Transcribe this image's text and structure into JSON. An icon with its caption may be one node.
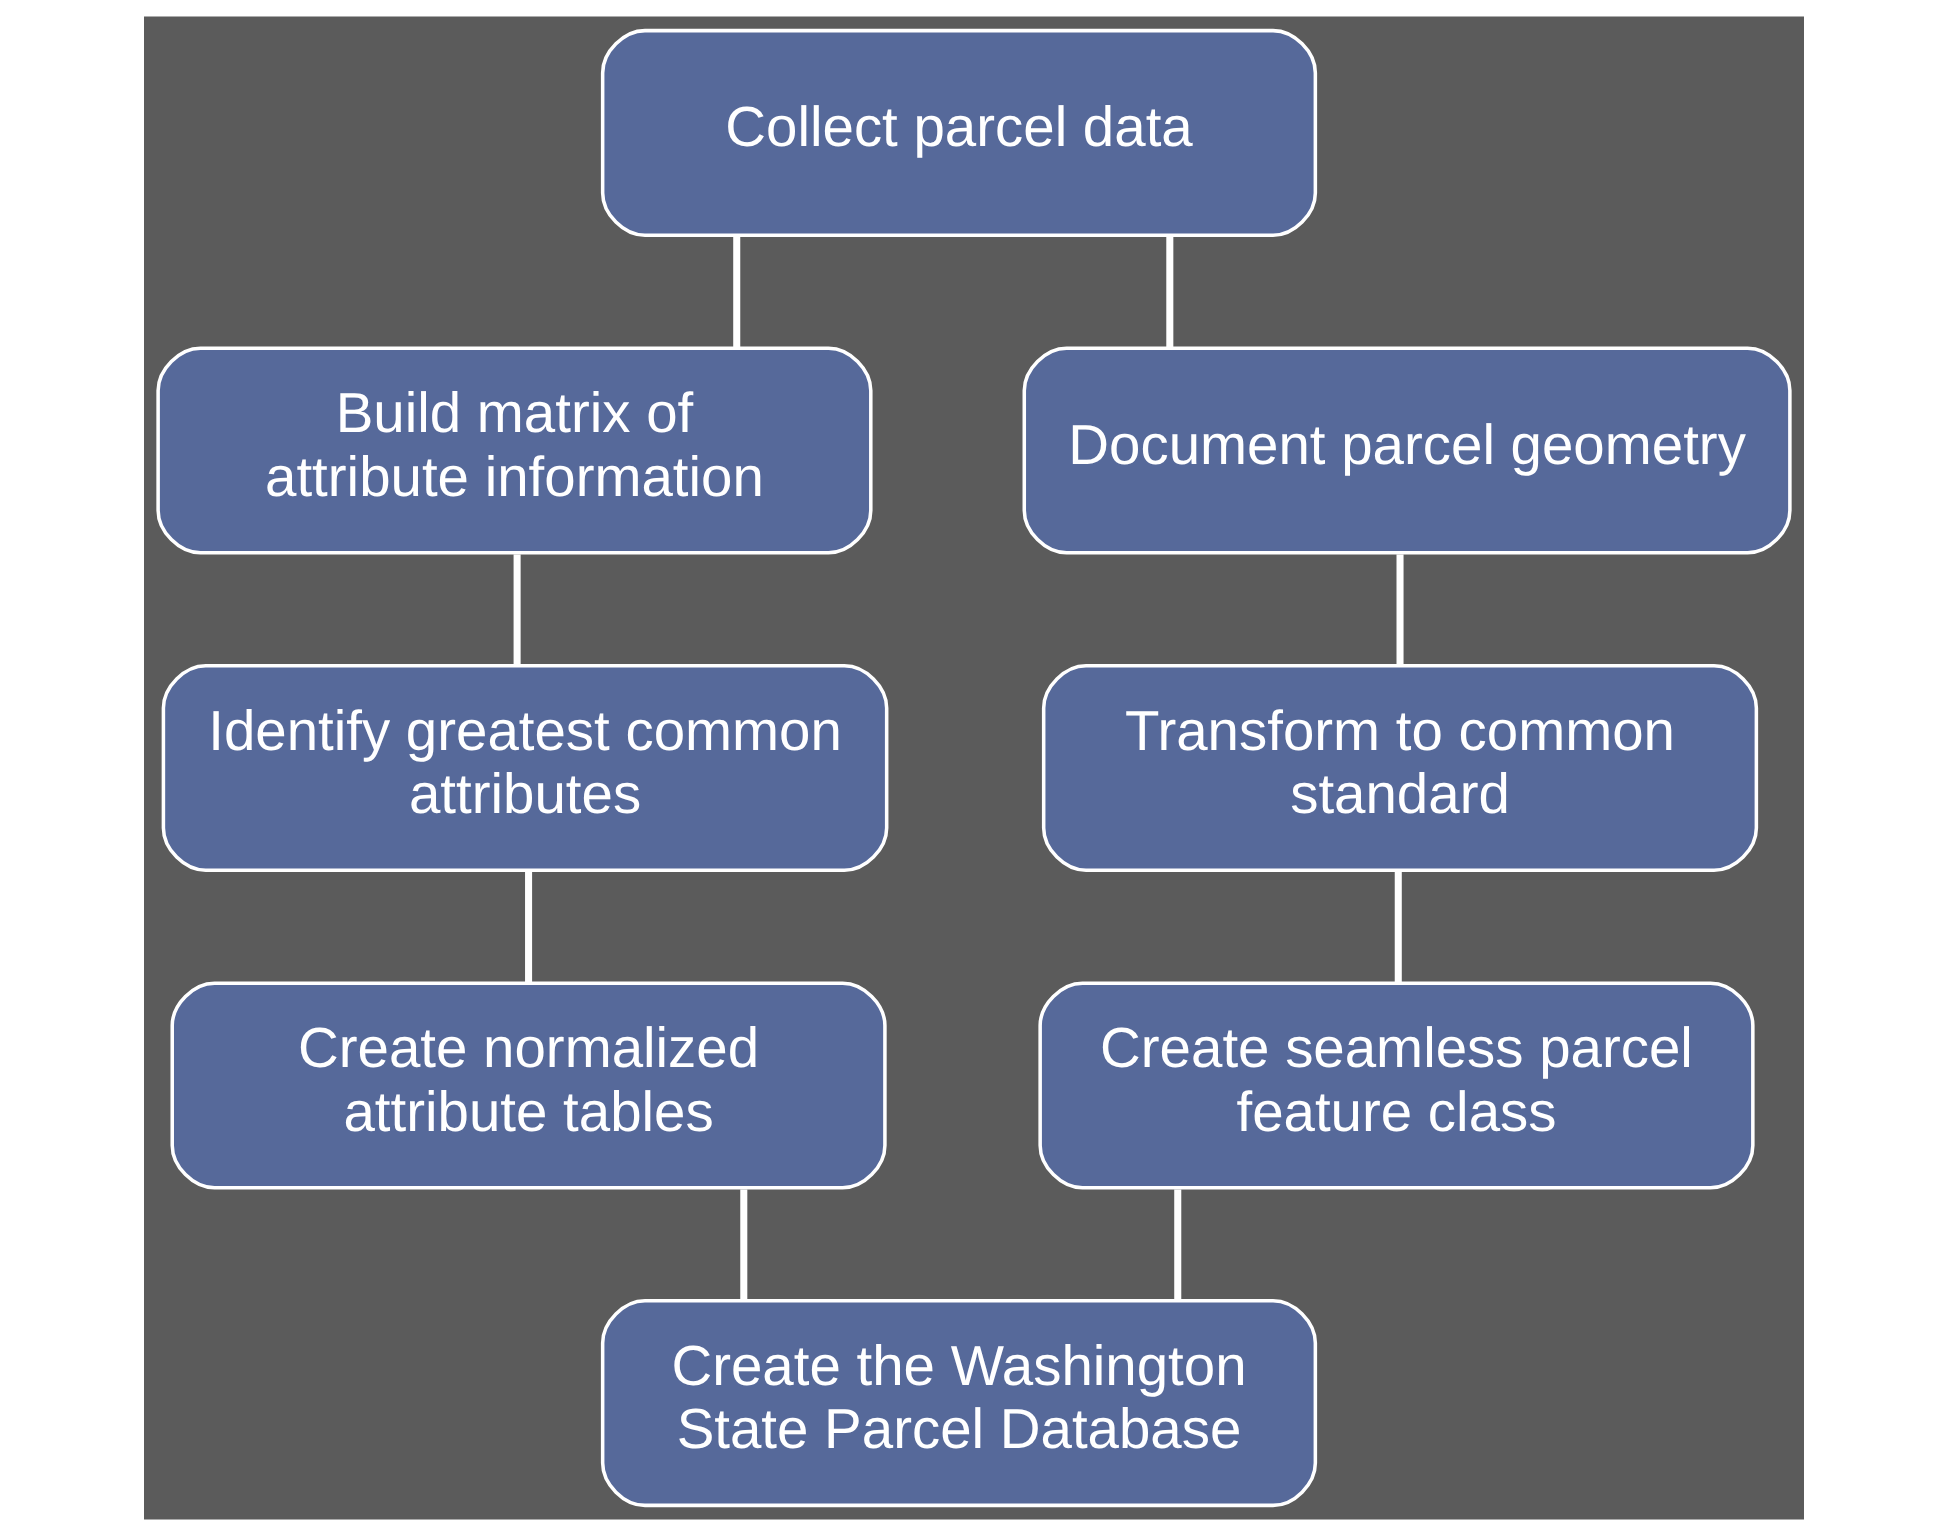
{
  "diagram": {
    "nodes": [
      {
        "text": [
          "Collect parcel data"
        ]
      },
      {
        "text": [
          "Build matrix of attribute information"
        ]
      },
      {
        "text": [
          "Document parcel geometry"
        ]
      },
      {
        "text": [
          "Identify greatest common attributes"
        ]
      },
      {
        "text": [
          "Transform to common standard"
        ]
      },
      {
        "text": [
          "Create normalized attribute tables"
        ]
      },
      {
        "text": [
          "Create seamless parcel feature class"
        ]
      },
      {
        "text": [
          "Create the Washington State Parcel Database"
        ]
      }
    ],
    "edges": [
      {
        "from": 0,
        "to": 1,
        "arrow": "none"
      },
      {
        "from": 0,
        "to": 2,
        "arrow": "none"
      },
      {
        "from": 1,
        "to": 3,
        "arrow": "none"
      },
      {
        "from": 3,
        "to": 5,
        "arrow": "none"
      },
      {
        "from": 2,
        "to": 4,
        "arrow": "none"
      },
      {
        "from": 4,
        "to": 6,
        "arrow": "none"
      },
      {
        "from": 5,
        "to": 7,
        "arrow": "none"
      },
      {
        "from": 6,
        "to": 7,
        "arrow": "none"
      }
    ]
  }
}
